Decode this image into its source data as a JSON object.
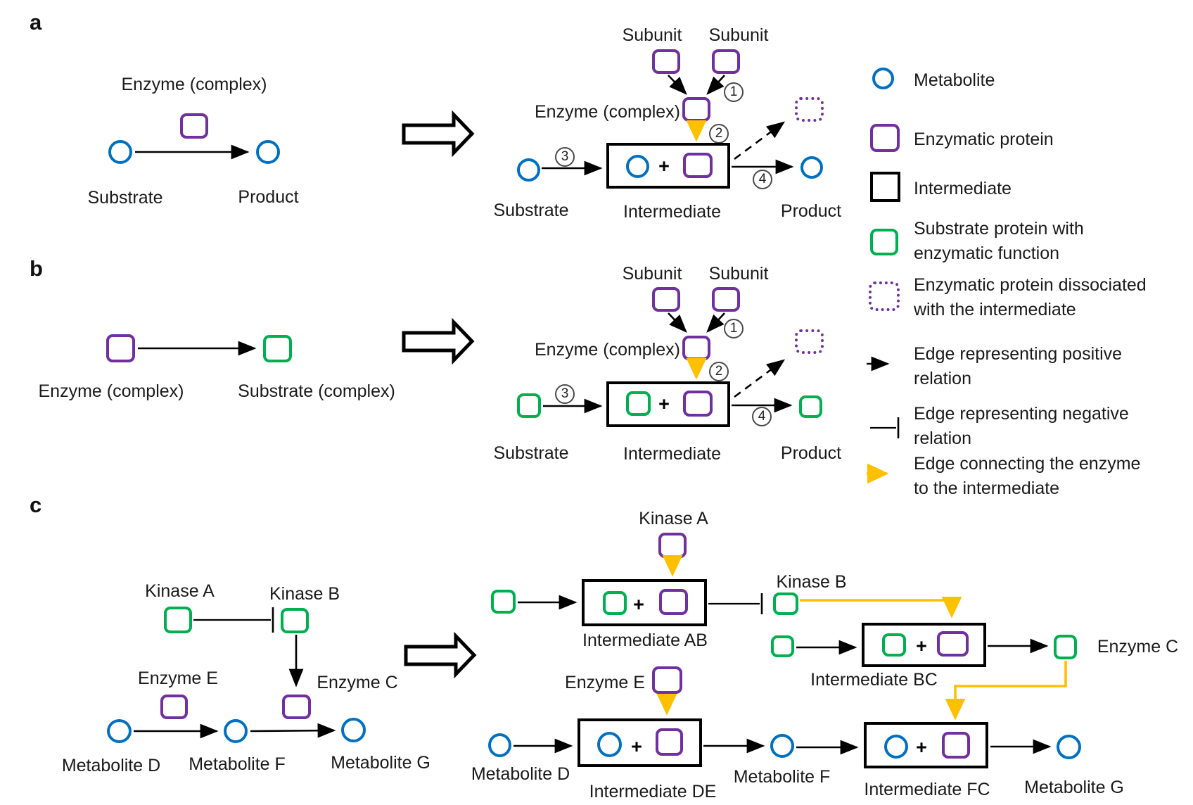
{
  "figure": {
    "palette": {
      "metabolite_blue": "#0070C0",
      "enzymatic_purple": "#7030A0",
      "substrate_green": "#00B050",
      "enzyme_edge_yellow": "#FFC000",
      "line_black": "#000000"
    },
    "panel_a": {
      "label": "a",
      "simple": {
        "enzyme": "Enzyme (complex)",
        "substrate": "Substrate",
        "product": "Product"
      },
      "expanded": {
        "subunit_left": "Subunit",
        "subunit_right": "Subunit",
        "enzyme": "Enzyme (complex)",
        "substrate": "Substrate",
        "intermediate": "Intermediate",
        "product": "Product",
        "plus": "+",
        "step_1": "1",
        "step_2": "2",
        "step_3": "3",
        "step_4": "4"
      }
    },
    "panel_b": {
      "label": "b",
      "simple": {
        "enzyme": "Enzyme (complex)",
        "substrate": "Substrate (complex)"
      },
      "expanded": {
        "subunit_left": "Subunit",
        "subunit_right": "Subunit",
        "enzyme": "Enzyme (complex)",
        "substrate": "Substrate",
        "intermediate": "Intermediate",
        "product": "Product",
        "plus": "+",
        "step_1": "1",
        "step_2": "2",
        "step_3": "3",
        "step_4": "4"
      }
    },
    "panel_c": {
      "label": "c",
      "simple": {
        "kinase_a": "Kinase A",
        "kinase_b": "Kinase B",
        "enzyme_e": "Enzyme E",
        "enzyme_c": "Enzyme C",
        "metabolite_d": "Metabolite D",
        "metabolite_f": "Metabolite F",
        "metabolite_g": "Metabolite G"
      },
      "expanded": {
        "kinase_a": "Kinase A",
        "kinase_b": "Kinase B",
        "enzyme_e": "Enzyme E",
        "enzyme_c": "Enzyme C",
        "metabolite_d": "Metabolite D",
        "metabolite_f": "Metabolite F",
        "metabolite_g": "Metabolite G",
        "intermediate_ab": "Intermediate AB",
        "intermediate_bc": "Intermediate BC",
        "intermediate_de": "Intermediate DE",
        "intermediate_fc": "Intermediate FC",
        "plus": "+"
      }
    },
    "legend": {
      "items": [
        {
          "icon": "metabolite-circle",
          "label": "Metabolite"
        },
        {
          "icon": "enzymatic-protein-square",
          "label": "Enzymatic protein"
        },
        {
          "icon": "intermediate-square",
          "label": "Intermediate"
        },
        {
          "icon": "substrate-protein-square",
          "label": "Substrate protein with\nenzymatic function"
        },
        {
          "icon": "dissociated-protein-square",
          "label": "Enzymatic protein dissociated\nwith the intermediate"
        },
        {
          "icon": "positive-edge-arrow",
          "label": "Edge representing positive\nrelation"
        },
        {
          "icon": "negative-edge-tbar",
          "label": "Edge representing negative\nrelation"
        },
        {
          "icon": "enzyme-intermediate-edge-arrow",
          "label": "Edge connecting the enzyme\nto the intermediate"
        }
      ]
    }
  }
}
